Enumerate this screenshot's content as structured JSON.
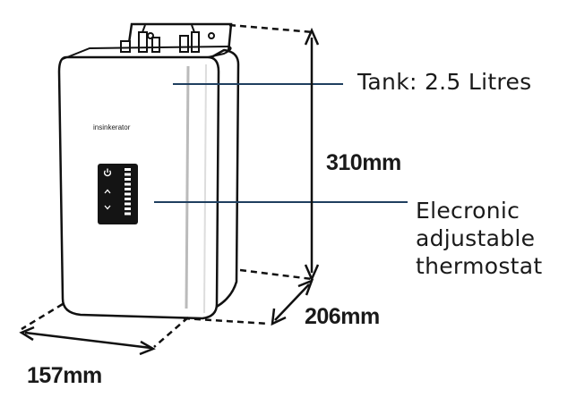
{
  "brand_logo": "insinkerator",
  "callouts": {
    "tank": "Tank: 2.5 Litres",
    "thermostat": [
      "Elecronic",
      "adjustable",
      "thermostat"
    ]
  },
  "dimensions": {
    "height": "310mm",
    "depth": "206mm",
    "width": "157mm"
  },
  "colors": {
    "leader_line": "#1f3f5f",
    "outline": "#111111",
    "panel": "#141414"
  },
  "icons": [
    "power-icon",
    "chevron-up-icon",
    "chevron-down-icon"
  ]
}
